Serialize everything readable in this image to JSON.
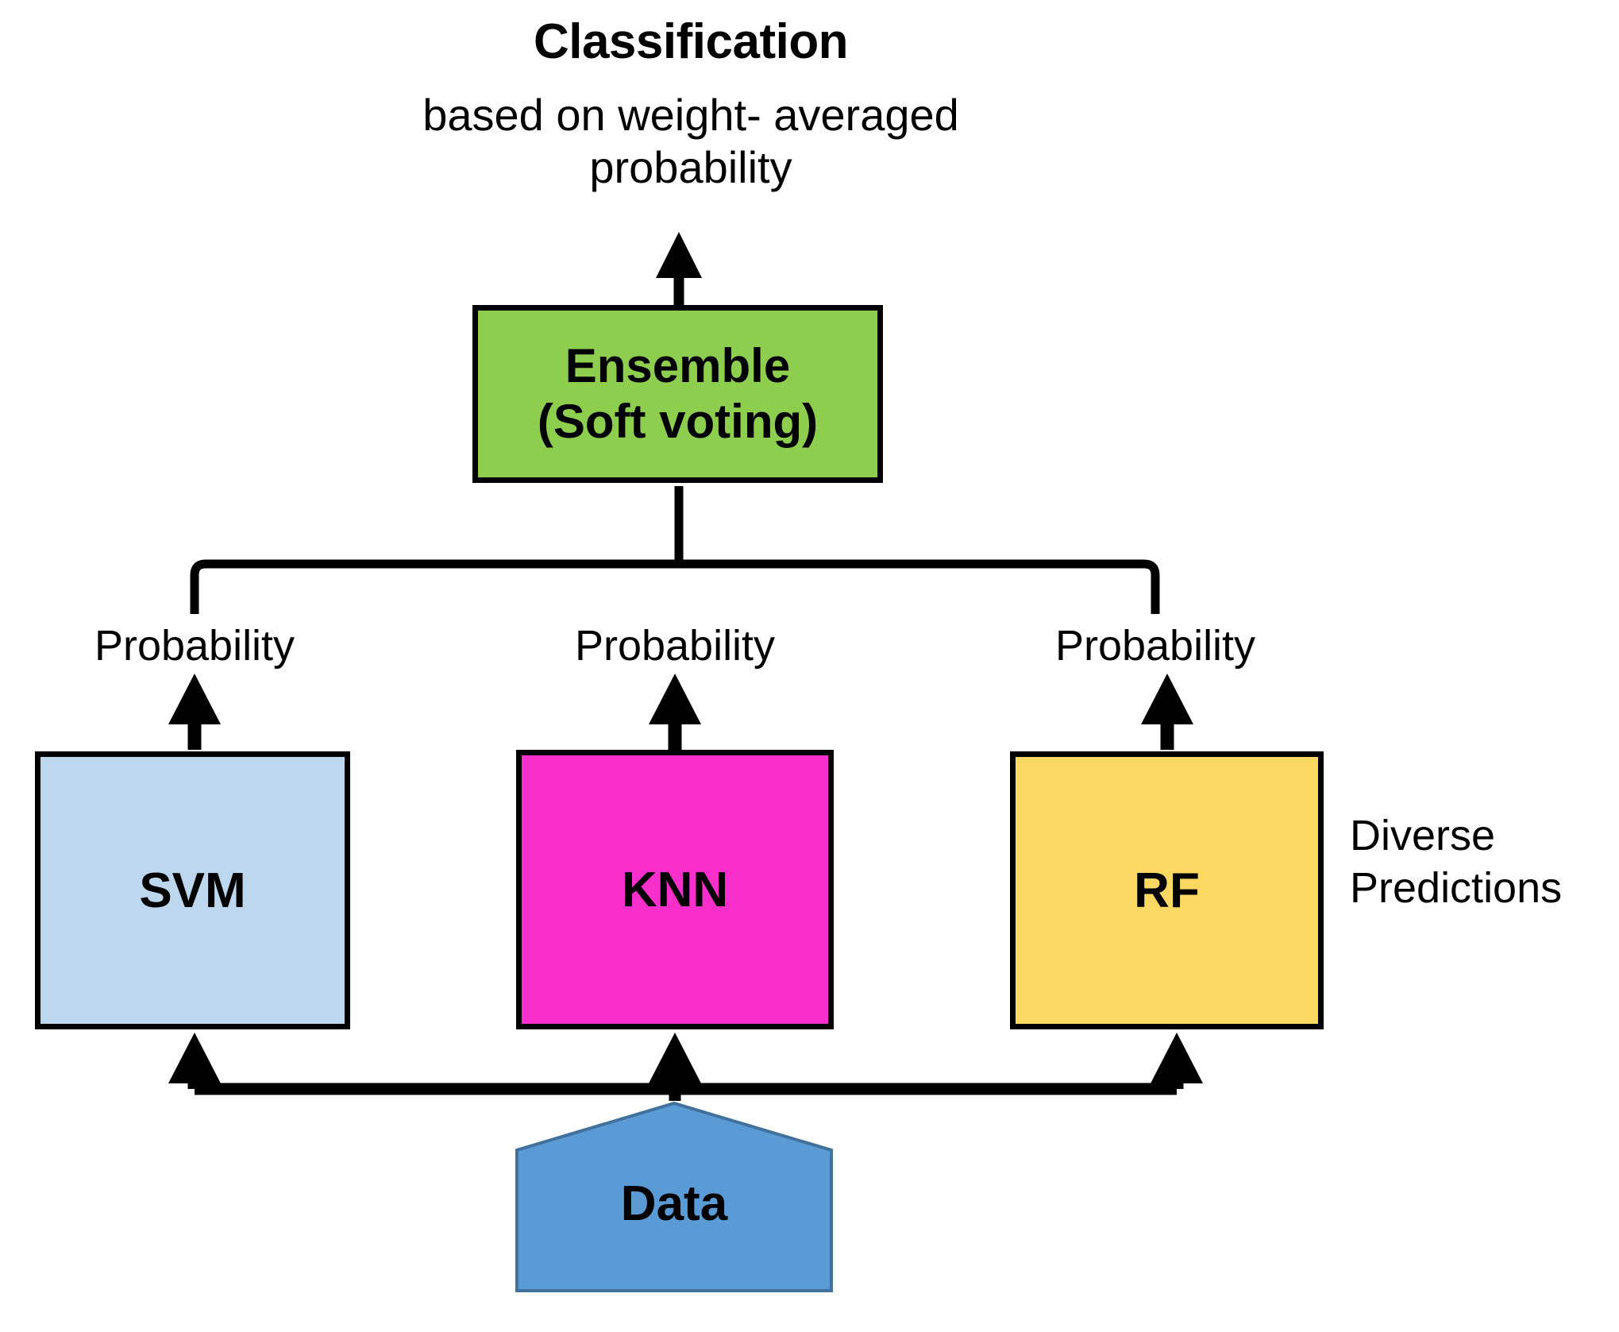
{
  "diagram": {
    "title": "Classification",
    "subtitle_line1": "based on weight- averaged",
    "subtitle_line2": "probability",
    "ensemble": {
      "line1": "Ensemble",
      "line2": "(Soft voting)",
      "color": "#8DCE4E"
    },
    "models": [
      {
        "id": "svm",
        "label": "SVM",
        "color": "#BDD7EE",
        "edge_label": "Probability"
      },
      {
        "id": "knn",
        "label": "KNN",
        "color": "#F92FCB",
        "edge_label": "Probability"
      },
      {
        "id": "rf",
        "label": "RF",
        "color": "#FBD862",
        "edge_label": "Probability"
      }
    ],
    "annotation": {
      "line1": "Diverse",
      "line2": "Predictions"
    },
    "data_source": {
      "label": "Data",
      "color": "#5B9BD5",
      "border_color": "#41719C",
      "shape": "pentagon"
    },
    "connector_color": "#000000"
  }
}
